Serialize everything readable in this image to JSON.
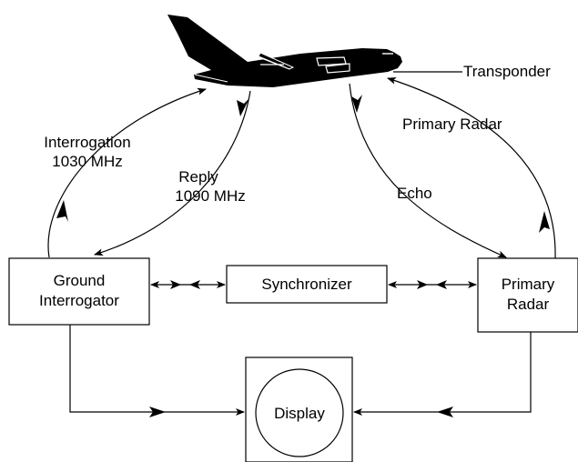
{
  "labels": {
    "transponder": "Transponder",
    "primary_radar_path": "Primary Radar",
    "interrogation": "Interrogation",
    "interrogation_freq": "1030 MHz",
    "reply": "Reply",
    "reply_freq": "1090 MHz",
    "echo": "Echo"
  },
  "blocks": {
    "ground_interrogator_line1": "Ground",
    "ground_interrogator_line2": "Interrogator",
    "synchronizer": "Synchronizer",
    "primary_radar_line1": "Primary",
    "primary_radar_line2": "Radar",
    "display": "Display"
  },
  "icons": {
    "aircraft": "aircraft-icon"
  },
  "colors": {
    "line": "#000000",
    "fill": "#ffffff"
  }
}
